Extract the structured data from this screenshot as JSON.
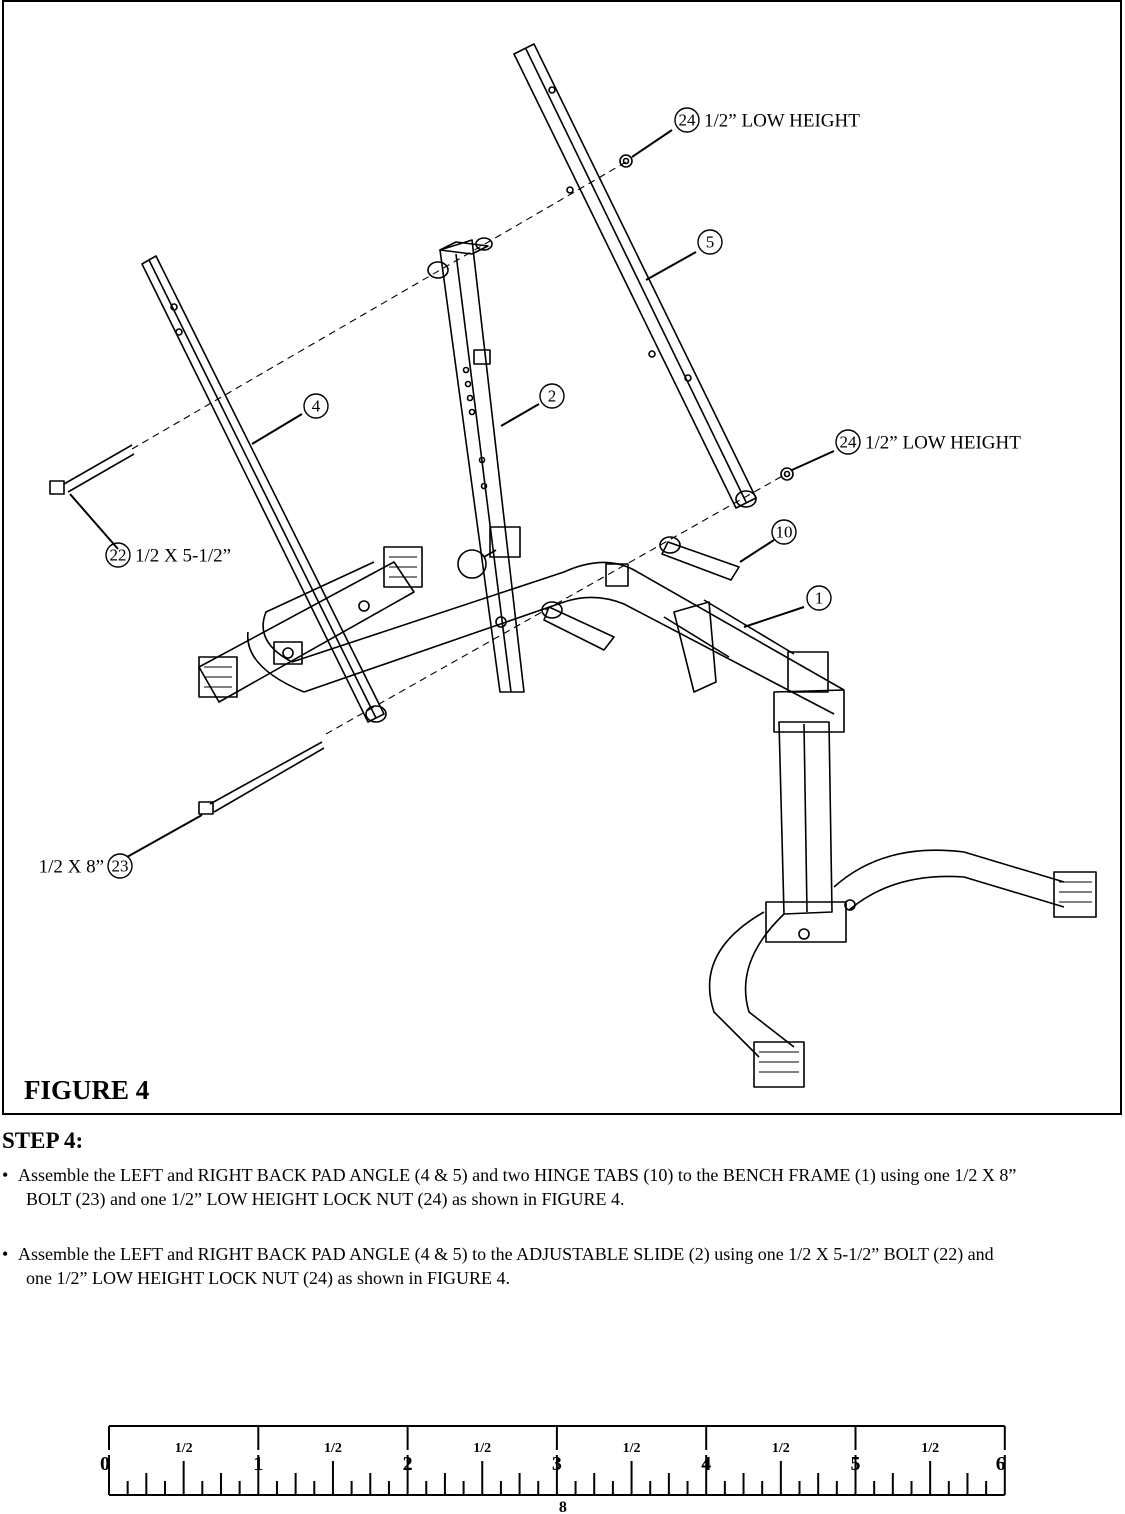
{
  "figure": {
    "title": "FIGURE 4",
    "callouts": {
      "nut_top": {
        "number": "24",
        "label": "1/2” LOW HEIGHT"
      },
      "nut_right": {
        "number": "24",
        "label": "1/2” LOW HEIGHT"
      },
      "part_5": {
        "number": "5"
      },
      "part_4": {
        "number": "4"
      },
      "part_2": {
        "number": "2"
      },
      "part_10": {
        "number": "10"
      },
      "part_1": {
        "number": "1"
      },
      "bolt_22": {
        "number": "22",
        "label": "1/2 X 5-1/2”"
      },
      "bolt_23": {
        "number": "23",
        "label": "1/2 X 8”"
      }
    }
  },
  "step": {
    "title": "STEP 4:",
    "bullets": [
      {
        "line1": "Assemble the LEFT and RIGHT BACK PAD ANGLE (4 & 5) and two HINGE TABS (10) to the BENCH FRAME (1) using one 1/2 X 8”",
        "line2": "BOLT (23) and one 1/2” LOW HEIGHT LOCK NUT (24) as shown in FIGURE 4."
      },
      {
        "line1": "Assemble the LEFT and RIGHT BACK PAD ANGLE (4 & 5) to the ADJUSTABLE SLIDE (2) using one 1/2 X 5-1/2” BOLT (22) and",
        "line2": "one 1/2” LOW HEIGHT LOCK NUT (24) as shown in FIGURE 4."
      }
    ]
  },
  "ruler": {
    "numbers": [
      "0",
      "1",
      "2",
      "3",
      "4",
      "5",
      "6"
    ],
    "half_label": "1/2",
    "eighth_label": "8"
  }
}
